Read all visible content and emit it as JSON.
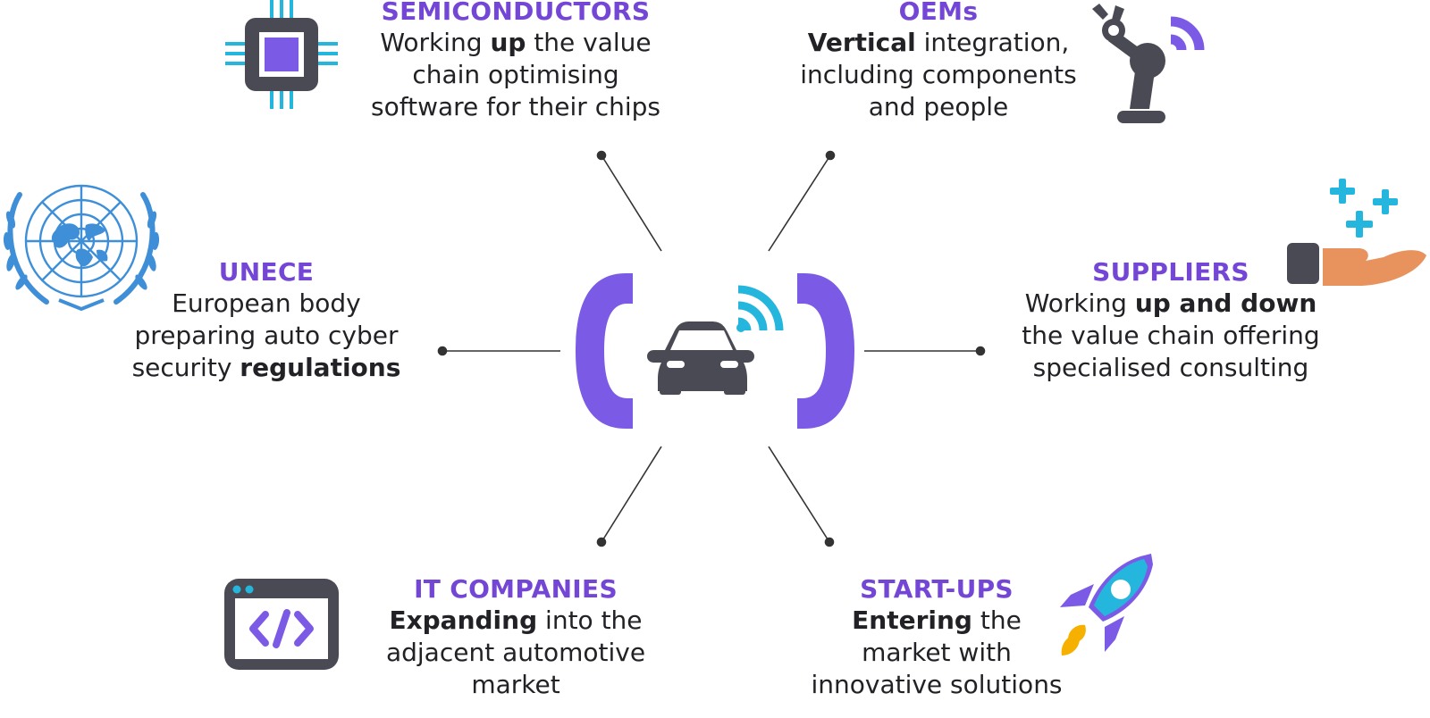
{
  "colors": {
    "purple": "#7b5be6",
    "title_purple": "#7446d6",
    "cyan": "#25b6dd",
    "dark": "#4a4a55",
    "orange": "#e8935d",
    "un_blue": "#3e8fd8",
    "yellow": "#f6b100",
    "line": "#333333"
  },
  "center": {
    "icon": "connected-car-icon"
  },
  "nodes": [
    {
      "key": "semiconductors",
      "icon": "chip-icon",
      "title": "SEMICONDUCTORS",
      "lines": [
        [
          "Working ",
          "up",
          " the value"
        ],
        [
          "",
          "",
          "chain optimising"
        ],
        [
          "",
          "",
          "software for their chips"
        ]
      ]
    },
    {
      "key": "oems",
      "icon": "robot-arm-icon",
      "title": "OEMs",
      "lines": [
        [
          "",
          "Vertical",
          " integration,"
        ],
        [
          "",
          "",
          "including components"
        ],
        [
          "",
          "",
          "and people"
        ]
      ]
    },
    {
      "key": "unece",
      "icon": "un-emblem-icon",
      "title": "UNECE",
      "lines": [
        [
          "",
          "",
          "European body"
        ],
        [
          "",
          "",
          "preparing auto cyber"
        ],
        [
          "security ",
          "regulations",
          ""
        ]
      ]
    },
    {
      "key": "suppliers",
      "icon": "hand-offering-icon",
      "title": "SUPPLIERS",
      "lines": [
        [
          "Working ",
          "up and down",
          ""
        ],
        [
          "",
          "",
          "the value chain offering"
        ],
        [
          "",
          "",
          "specialised consulting"
        ]
      ]
    },
    {
      "key": "it-companies",
      "icon": "code-window-icon",
      "title": "IT COMPANIES",
      "lines": [
        [
          "",
          "Expanding",
          " into the"
        ],
        [
          "",
          "",
          "adjacent automotive"
        ],
        [
          "",
          "",
          "market"
        ]
      ]
    },
    {
      "key": "start-ups",
      "icon": "rocket-icon",
      "title": "START-UPS",
      "lines": [
        [
          "",
          "Entering",
          " the"
        ],
        [
          "",
          "",
          "market with"
        ],
        [
          "",
          "",
          "innovative solutions"
        ]
      ]
    }
  ]
}
